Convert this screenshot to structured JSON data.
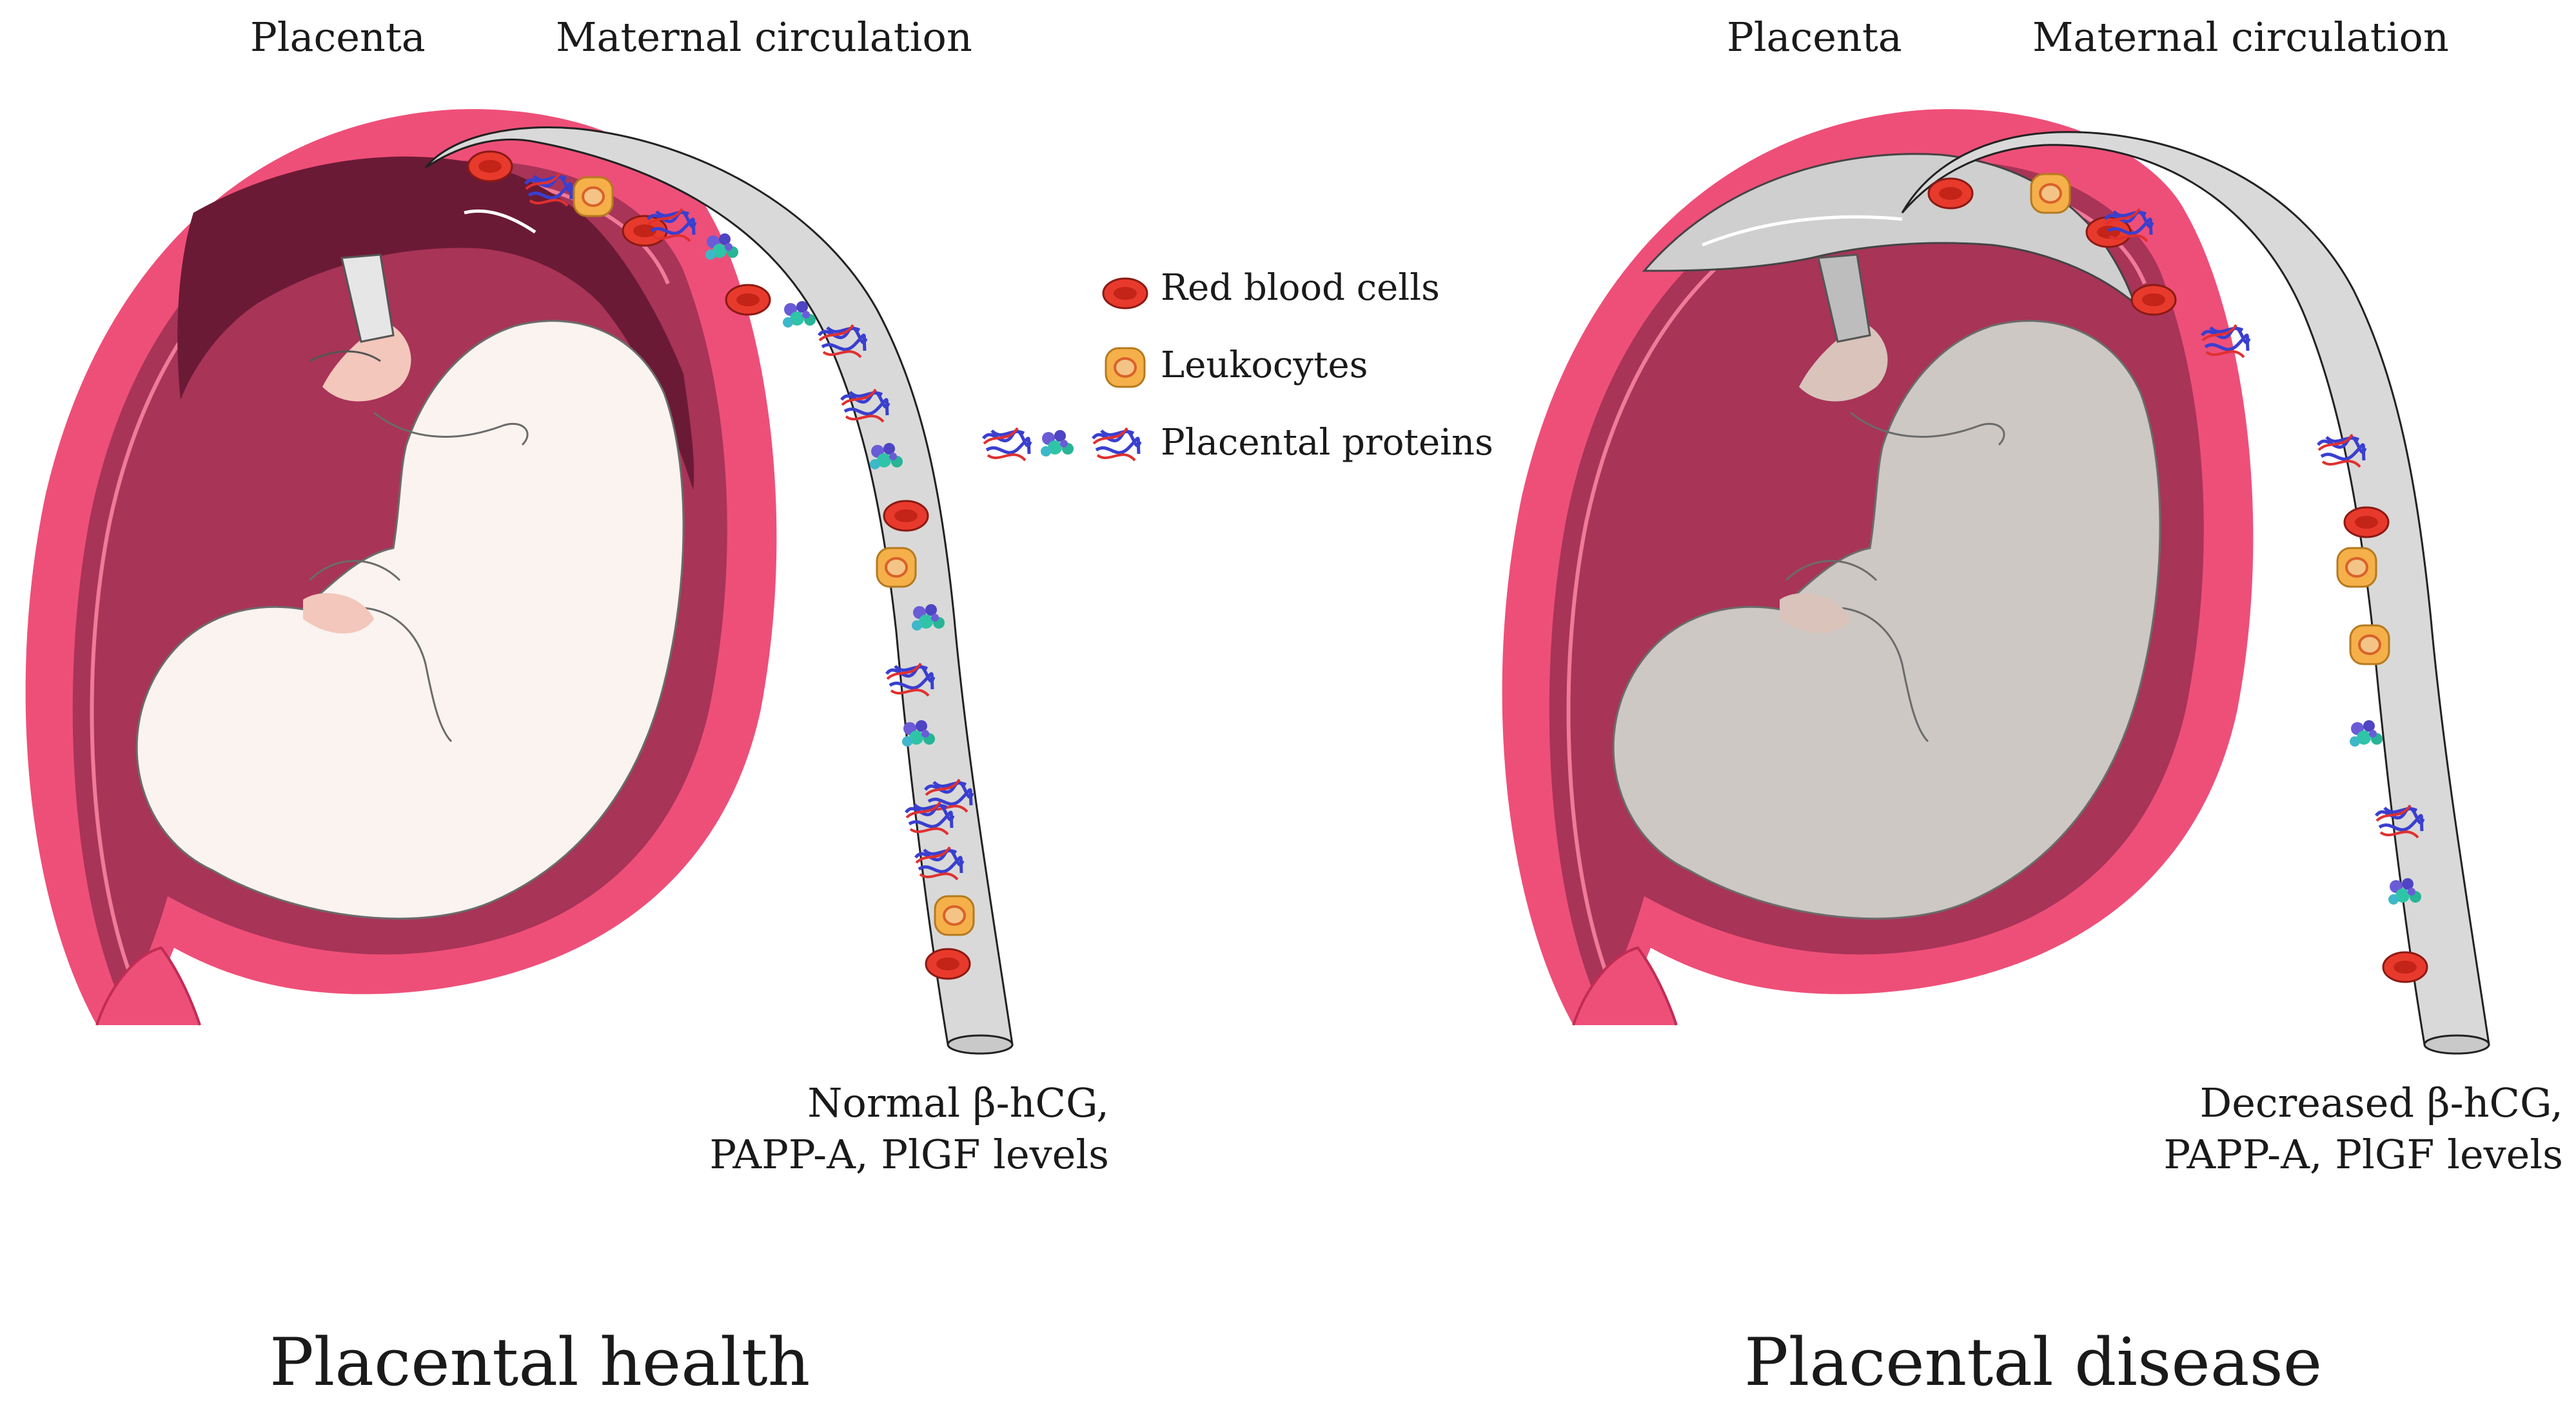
{
  "panels": [
    {
      "placenta_label": "Placenta",
      "circulation_label": "Maternal circulation",
      "levels_line1": "Normal β-hCG,",
      "levels_line2": "PAPP-A, PlGF levels",
      "title": "Placental health"
    },
    {
      "placenta_label": "Placenta",
      "circulation_label": "Maternal circulation",
      "levels_line1": "Decreased β-hCG,",
      "levels_line2": "PAPP-A, PlGF levels",
      "title": "Placental disease"
    }
  ],
  "legend": {
    "items": [
      {
        "label": "Red blood cells",
        "icon": "red-blood-cell-icon"
      },
      {
        "label": "Leukocytes",
        "icon": "leukocyte-icon"
      },
      {
        "label": "Placental proteins",
        "icon": "placental-protein-icon"
      }
    ]
  },
  "colors": {
    "uterus_wall": "#ee4f78",
    "uterus_cavity": "#a83458",
    "placenta_healthy": "#6b1a35",
    "placenta_disease": "#cfcfcf",
    "fetus_healthy": "#fbf3ef",
    "fetus_disease": "#cdc8c4",
    "vessel": "#d9d9d9",
    "rbc": "#e83a2c",
    "leukocyte": "#f5b04a",
    "protein_blue": "#3a3fcf",
    "protein_red": "#e03030",
    "protein_teal": "#2fc4a8"
  }
}
